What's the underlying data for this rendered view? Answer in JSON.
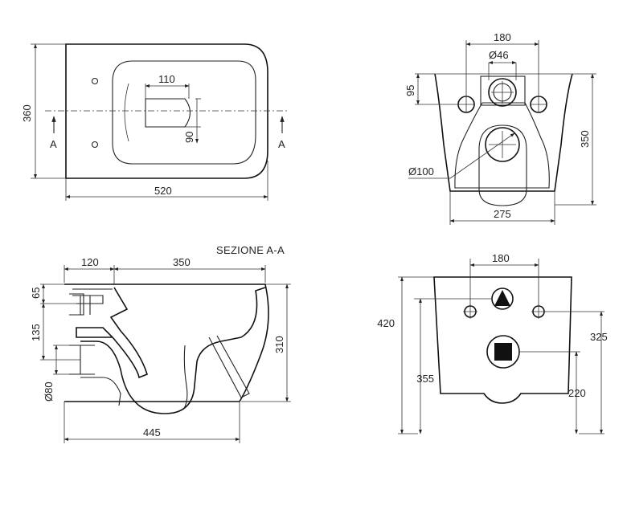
{
  "top_view": {
    "width": "520",
    "depth": "360",
    "seat_width": "110",
    "seat_depth": "90",
    "section_mark_left": "A",
    "section_mark_right": "A"
  },
  "back_view": {
    "fixing_spacing": "180",
    "inlet_diameter": "Ø46",
    "inlet_height": "95",
    "height": "350",
    "outlet_diameter": "Ø100",
    "base_width": "275"
  },
  "section_view": {
    "title": "SEZIONE A-A",
    "inlet_offset": "120",
    "bowl_length": "350",
    "inlet_drop": "65",
    "outlet_height": "135",
    "outlet_diameter": "Ø80",
    "height": "310",
    "length": "445"
  },
  "wall_view": {
    "fixing_spacing": "180",
    "total_height": "420",
    "fixing_height": "325",
    "inlet_height": "355",
    "outlet_height": "220"
  }
}
